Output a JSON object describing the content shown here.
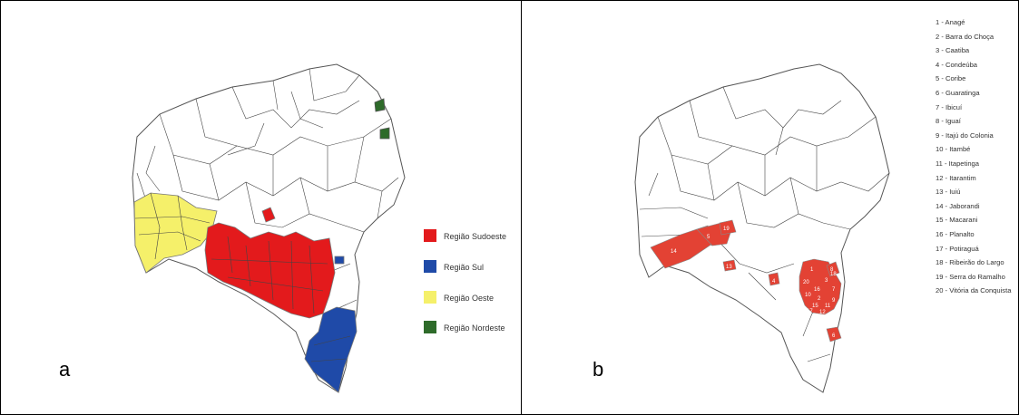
{
  "panels": {
    "a": {
      "letter": "a"
    },
    "b": {
      "letter": "b"
    }
  },
  "legend": [
    {
      "label": "Região Sudoeste",
      "color": "#e31a1c"
    },
    {
      "label": "Região Sul",
      "color": "#1f4aa8"
    },
    {
      "label": "Região Oeste",
      "color": "#f5f06a"
    },
    {
      "label": "Região Nordeste",
      "color": "#2e6b2a"
    }
  ],
  "municipalities": [
    "1 - Anagé",
    "2 - Barra do Choça",
    "3 - Caatiba",
    "4 - Condeúba",
    "5 - Coribe",
    "6 - Guaratinga",
    "7 - Ibicuí",
    "8 - Iguaí",
    "9 - Itajú do Colonia",
    "10 - Itambé",
    "11 - Itapetinga",
    "12 - Itarantim",
    "13 - Iuiú",
    "14 - Jaborandi",
    "15 - Macarani",
    "16 - Planalto",
    "17 - Potiraguá",
    "18 - Ribeirão do Largo",
    "19 - Serra do Ramalho",
    "20 - Vitória da Conquista"
  ],
  "map_labels": [
    "14",
    "5",
    "19",
    "13",
    "4",
    "20",
    "1",
    "16",
    "8",
    "3",
    "10",
    "2",
    "15",
    "7",
    "11",
    "17",
    "12",
    "9",
    "18",
    "6"
  ]
}
